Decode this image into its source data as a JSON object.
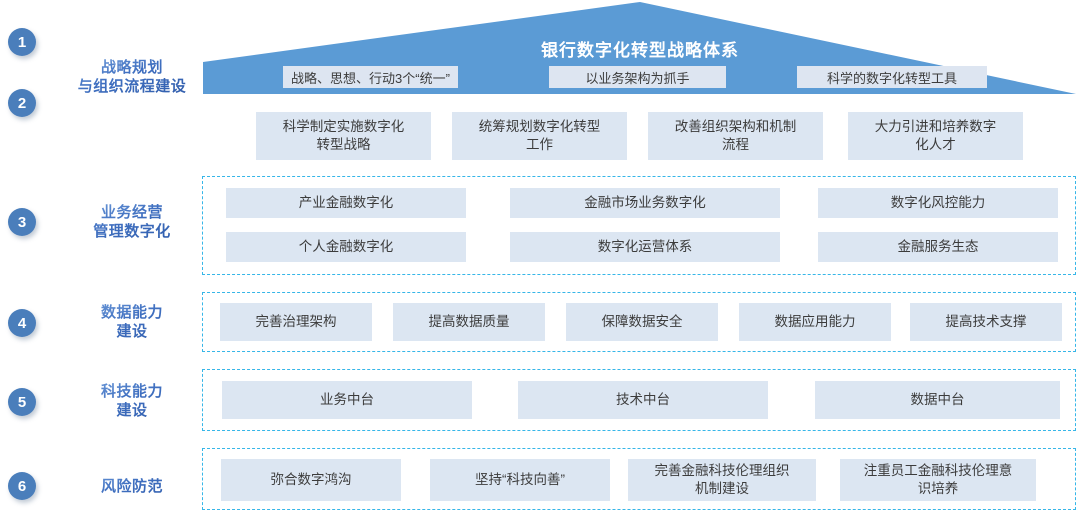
{
  "title": "银行数字化转型战略体系",
  "colors": {
    "badge": "#4a7ebb",
    "pyramid": "#5b9bd5",
    "box_fill": "#dce6f2",
    "dashed_border": "#36b6e8",
    "label_text": "#3b6fc4"
  },
  "badges": [
    {
      "number": "1"
    },
    {
      "number": "2"
    },
    {
      "number": "3"
    },
    {
      "number": "4"
    },
    {
      "number": "5"
    },
    {
      "number": "6"
    }
  ],
  "row_labels": [
    {
      "id": "row-label-1-2",
      "text": "战略规划\n与组织流程建设"
    },
    {
      "id": "row-label-3",
      "text": "业务经营\n管理数字化"
    },
    {
      "id": "row-label-4",
      "text": "数据能力\n建设"
    },
    {
      "id": "row-label-5",
      "text": "科技能力\n建设"
    },
    {
      "id": "row-label-6",
      "text": "风险防范"
    }
  ],
  "band_chips": [
    {
      "label": "战略、思想、行动3个“统一”"
    },
    {
      "label": "以业务架构为抓手"
    },
    {
      "label": "科学的数字化转型工具"
    }
  ],
  "row2_boxes": [
    {
      "label": "科学制定实施数字化\n转型战略"
    },
    {
      "label": "统筹规划数字化转型\n工作"
    },
    {
      "label": "改善组织架构和机制\n流程"
    },
    {
      "label": "大力引进和培养数字\n化人才"
    }
  ],
  "row3_boxes_top": [
    {
      "label": "产业金融数字化"
    },
    {
      "label": "金融市场业务数字化"
    },
    {
      "label": "数字化风控能力"
    }
  ],
  "row3_boxes_bottom": [
    {
      "label": "个人金融数字化"
    },
    {
      "label": "数字化运营体系"
    },
    {
      "label": "金融服务生态"
    }
  ],
  "row4_boxes": [
    {
      "label": "完善治理架构"
    },
    {
      "label": "提高数据质量"
    },
    {
      "label": "保障数据安全"
    },
    {
      "label": "数据应用能力"
    },
    {
      "label": "提高技术支撑"
    }
  ],
  "row5_boxes": [
    {
      "label": "业务中台"
    },
    {
      "label": "技术中台"
    },
    {
      "label": "数据中台"
    }
  ],
  "row6_boxes": [
    {
      "label": "弥合数字鸿沟"
    },
    {
      "label": "坚持“科技向善”"
    },
    {
      "label": "完善金融科技伦理组织\n机制建设"
    },
    {
      "label": "注重员工金融科技伦理意\n识培养"
    }
  ]
}
